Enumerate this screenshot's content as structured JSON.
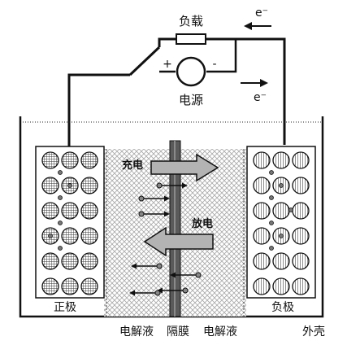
{
  "circuit": {
    "load_label": "负载",
    "source_label": "电源",
    "plus_sign": "+",
    "minus_sign": "-",
    "electron_label_top": "e⁻",
    "electron_label_bottom": "e⁻"
  },
  "cell": {
    "charge_label": "充电",
    "discharge_label": "放电",
    "positive_electrode_label": "正极",
    "negative_electrode_label": "负极",
    "electrolyte_left_label": "电解液",
    "separator_label": "隔膜",
    "electrolyte_right_label": "电解液",
    "casing_label": "外壳"
  },
  "colors": {
    "line": "#111111",
    "electrolyte_hatch": "#9a9a9a",
    "separator": "#555555",
    "arrow_fill": "#b0b0b0"
  }
}
